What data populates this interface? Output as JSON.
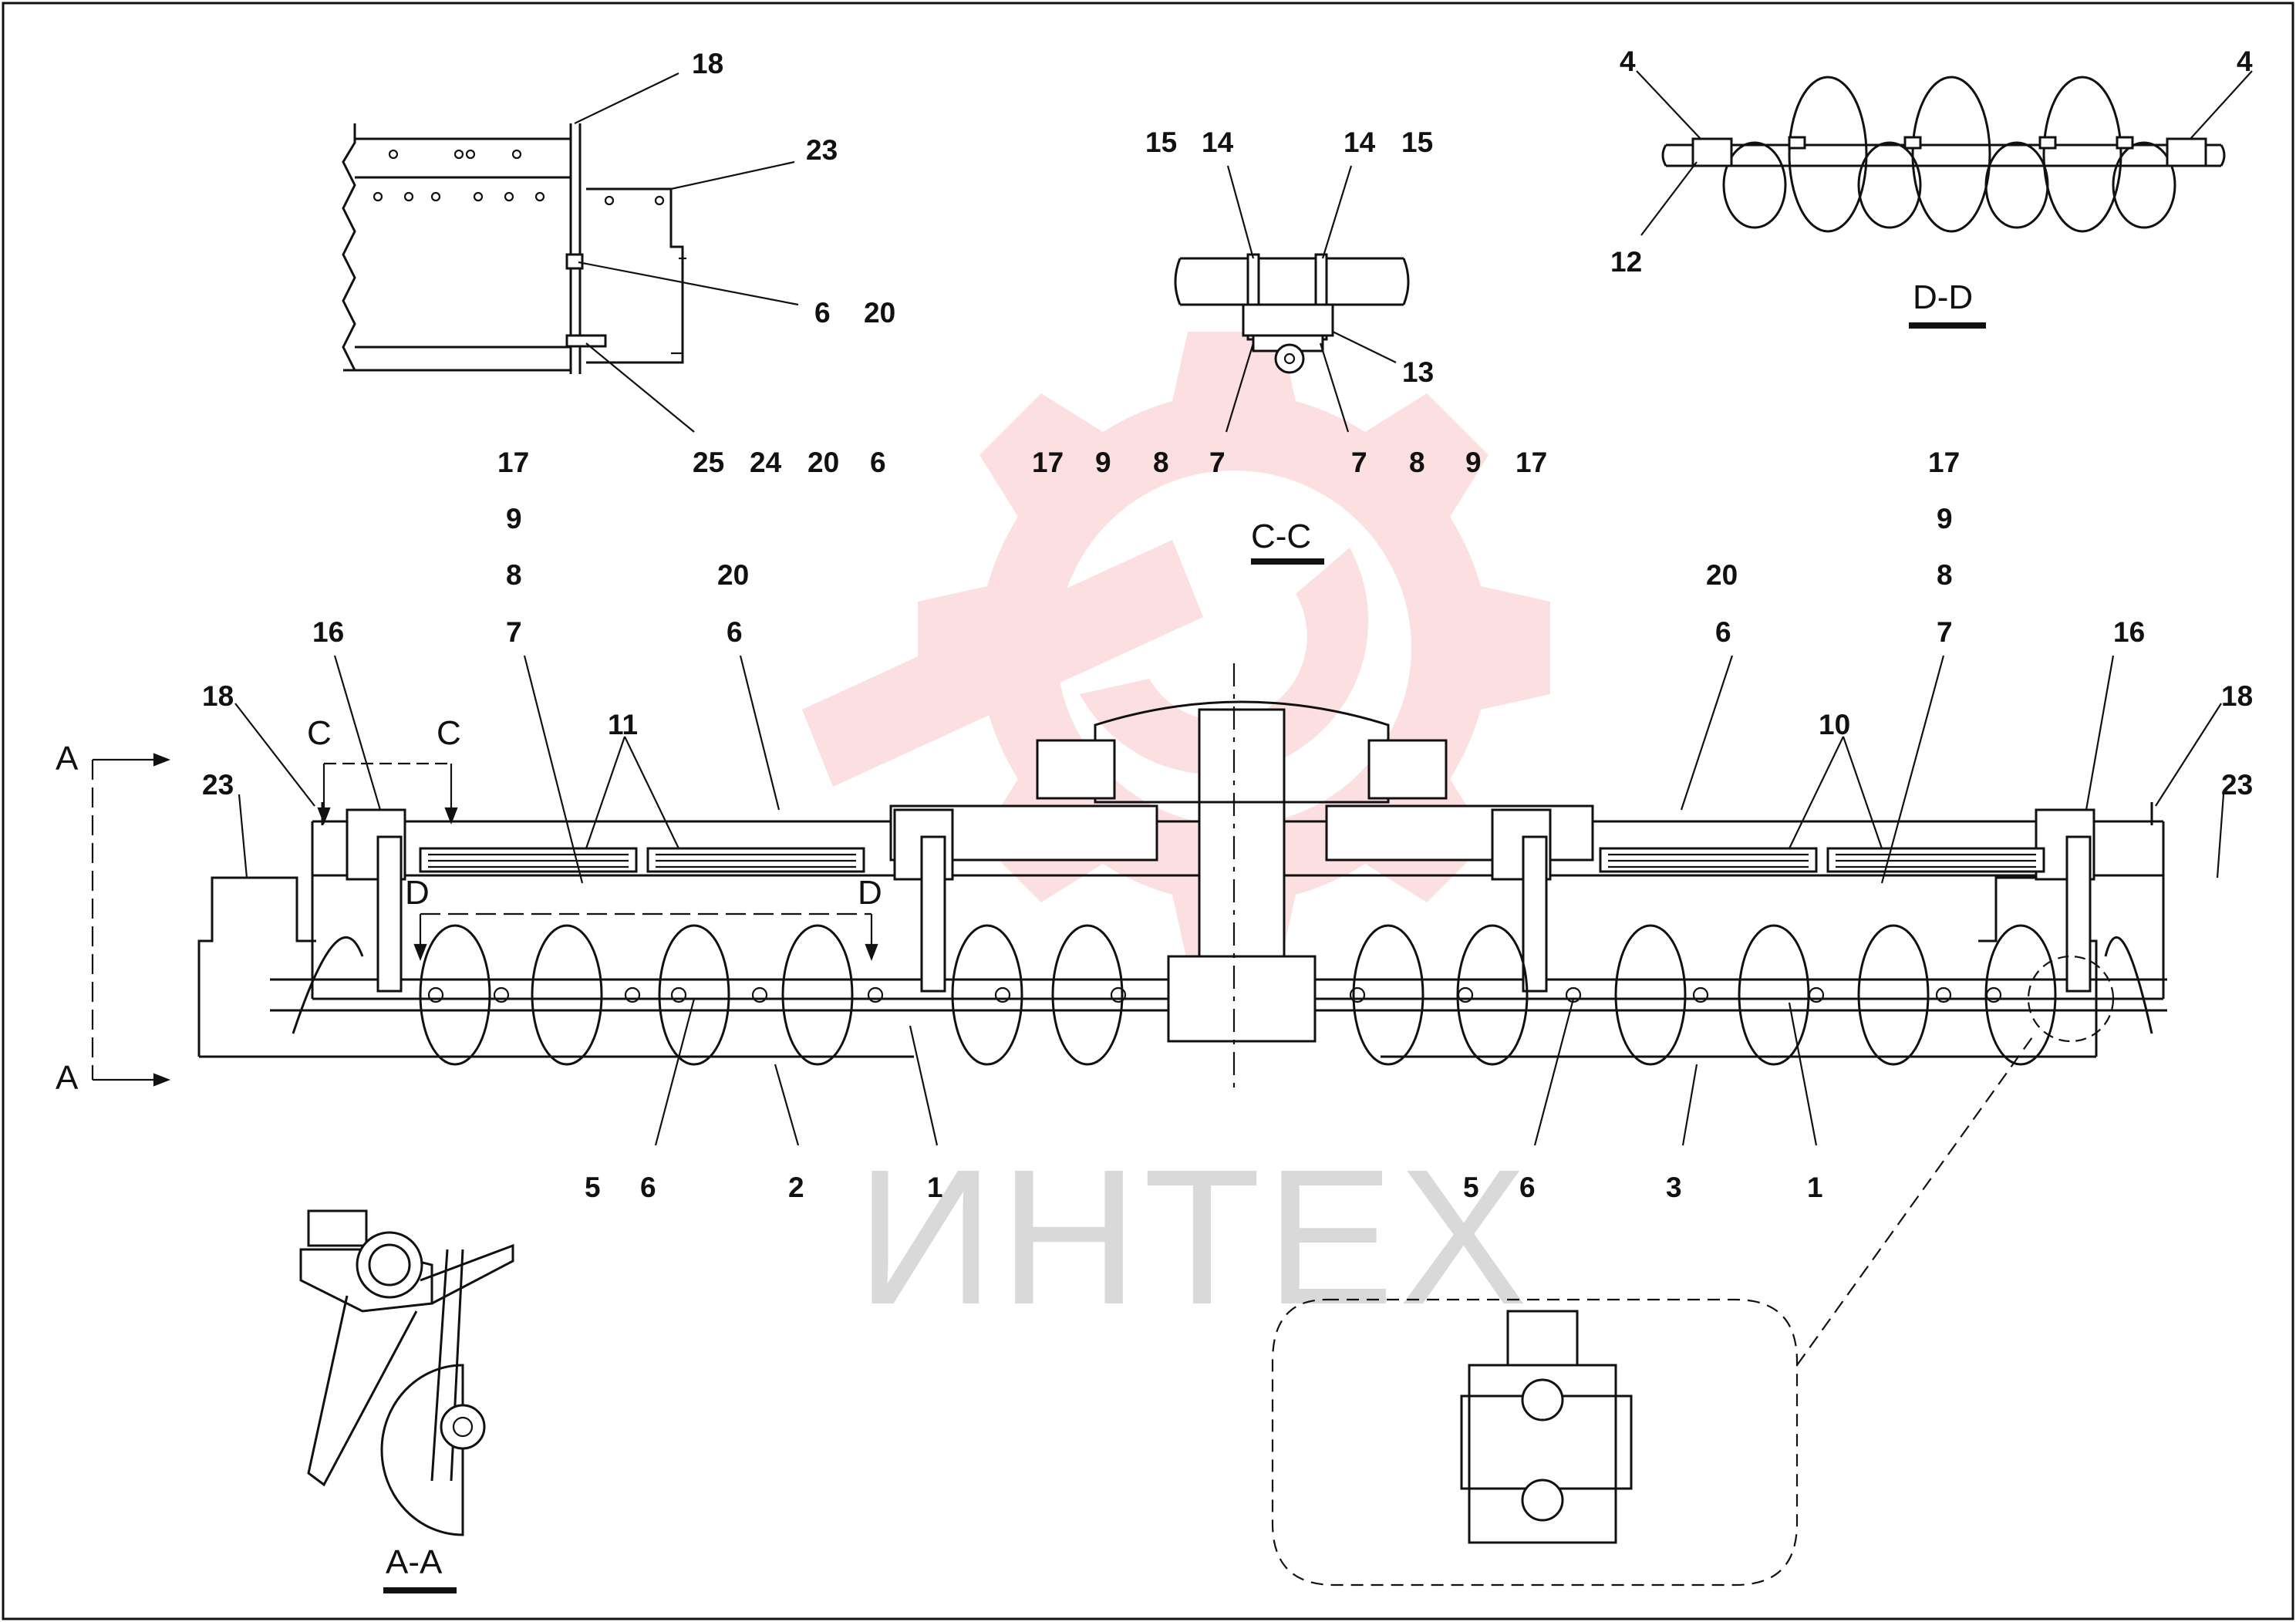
{
  "watermark": {
    "text": "ИНТЕХ",
    "color": "#e8404a"
  },
  "section_labels": {
    "aa": "A-A",
    "cc": "C-C",
    "dd": "D-D"
  },
  "section_markers": {
    "a": "A",
    "c": "C",
    "d": "D"
  },
  "callouts": {
    "top_left": [
      "18",
      "23",
      "6",
      "20",
      "25",
      "24",
      "20",
      "6"
    ],
    "cc_view": [
      "15",
      "14",
      "14",
      "15",
      "13",
      "7",
      "7"
    ],
    "dd_view": [
      "4",
      "4",
      "12"
    ],
    "main_left": [
      "17",
      "9",
      "8",
      "7",
      "16",
      "18",
      "23",
      "11",
      "20",
      "6"
    ],
    "cc_row": [
      "17",
      "9",
      "8",
      "7",
      "7",
      "8",
      "9",
      "17"
    ],
    "main_right": [
      "17",
      "9",
      "8",
      "7",
      "20",
      "6",
      "16",
      "10",
      "18",
      "23"
    ],
    "bottom": [
      "5",
      "6",
      "2",
      "1",
      "5",
      "6",
      "3",
      "1"
    ]
  }
}
